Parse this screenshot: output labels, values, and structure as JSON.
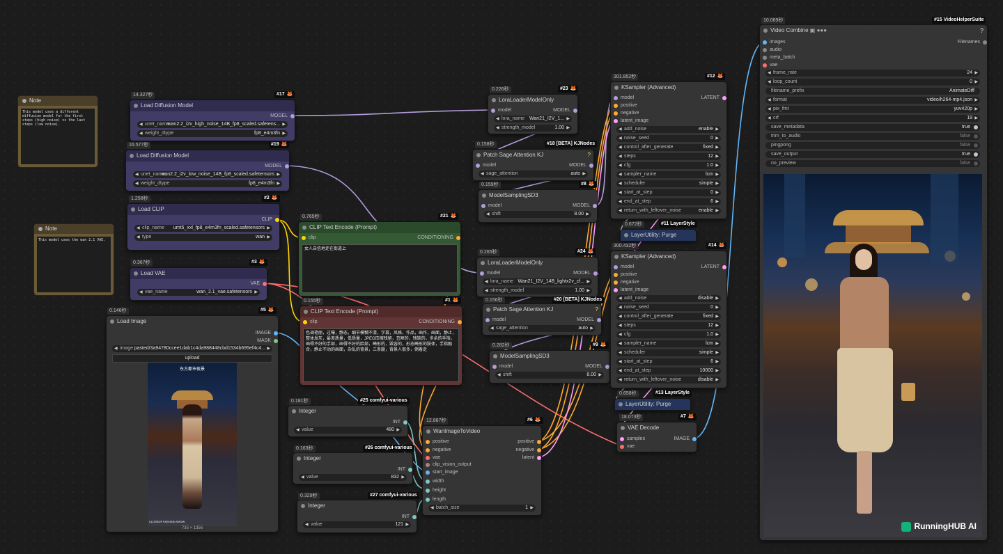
{
  "colors": {
    "model": "#b39ddb",
    "clip": "#ffd500",
    "conditioning": "#ffa931",
    "vae": "#ff6e6e",
    "latent": "#ff9cf9",
    "image": "#64b5f6",
    "int": "#7ec8c8",
    "mask": "#81c784"
  },
  "notes": [
    {
      "title": "Note",
      "text": "This model uses a different diffusion model for the first steps (high noise) vs the last steps (low noise)."
    },
    {
      "title": "Note",
      "text": "This model uses the wan 2.1 VAE."
    }
  ],
  "n17": {
    "time": "14.327秒",
    "badge": "#17",
    "title": "Load Diffusion Model",
    "out_model": "MODEL",
    "unet_label": "unet_name",
    "unet_value": "wan2.2_i2v_high_noise_14B_fp8_scaled.safetens...",
    "dtype_label": "weight_dtype",
    "dtype_value": "fp8_e4m3fn"
  },
  "n19": {
    "time": "16.577秒",
    "badge": "#19",
    "title": "Load Diffusion Model",
    "out_model": "MODEL",
    "unet_label": "unet_name",
    "unet_value": "wan2.2_i2v_low_noise_14B_fp8_scaled.safetensors",
    "dtype_label": "weight_dtype",
    "dtype_value": "fp8_e4m3fn"
  },
  "n2": {
    "time": "1.258秒",
    "badge": "#2",
    "title": "Load CLIP",
    "out": "CLIP",
    "clip_label": "clip_name",
    "clip_value": "umt5_xxl_fp8_e4m3fn_scaled.safetensors",
    "type_label": "type",
    "type_value": "wan"
  },
  "n3": {
    "time": "0.367秒",
    "badge": "#3",
    "title": "Load VAE",
    "out": "VAE",
    "vae_label": "vae_name",
    "vae_value": "wan_2.1_vae.safetensors"
  },
  "n5": {
    "time": "0.146秒",
    "badge": "#5",
    "title": "Load Image",
    "out_image": "IMAGE",
    "out_mask": "MASK",
    "img_label": "image",
    "img_value": "pasted/3a94780ccee1dab1c4da988448cbd1534b695ef4c4...",
    "upload": "upload",
    "dims": "735 × 1356",
    "img_title_cn": "东方都市夜景",
    "img_footer": "CLOSEUP FASHION SHOW"
  },
  "n21": {
    "time": "0.765秒",
    "badge": "#21",
    "title": "CLIP Text Encode (Prompt)",
    "in": "clip",
    "out": "CONDITIONING",
    "text": "女人自信地走在街道上"
  },
  "n1": {
    "time": "0.155秒",
    "badge": "#1",
    "title": "CLIP Text Encode (Prompt)",
    "in": "clip",
    "out": "CONDITIONING",
    "text": "色调艳丽，过曝，静态，细节模糊不清，字幕，风格，作品，画作，画面，静止，整体发灰，最差质量，低质量，JPEG压缩残留，丑陋的，残缺的，多余的手指，画得不好的手部，画得不好的脸部，畸形的，毁容的，形态畸形的肢体，手指融合，静止不动的画面，杂乱的背景，三条腿，背景人很多，倒着走"
  },
  "n23": {
    "time": "0.226秒",
    "badge": "#23",
    "title": "LoraLoaderModelOnly",
    "in": "model",
    "out": "MODEL",
    "lora_label": "lora_name",
    "lora_value": "Wan21_I2V_1...",
    "str_label": "strength_model",
    "str_value": "1.00"
  },
  "n18": {
    "time": "0.158秒",
    "badge": "#18 [BETA] KJNodes",
    "title": "Patch Sage Attention KJ",
    "in": "model",
    "out": "MODEL",
    "sa_label": "sage_attention",
    "sa_value": "auto"
  },
  "n8": {
    "time": "0.159秒",
    "badge": "#8",
    "title": "ModelSamplingSD3",
    "in": "model",
    "out": "MODEL",
    "shift_label": "shift",
    "shift_value": "8.00"
  },
  "n12": {
    "time": "301.852秒",
    "badge": "#12",
    "title": "KSampler (Advanced)",
    "inputs": [
      "model",
      "positive",
      "negative",
      "latent_image"
    ],
    "out": "LATENT",
    "widgets": [
      [
        "add_noise",
        "enable"
      ],
      [
        "noise_seed",
        "0"
      ],
      [
        "control_after_generate",
        "fixed"
      ],
      [
        "steps",
        "12"
      ],
      [
        "cfg",
        "1.0"
      ],
      [
        "sampler_name",
        "lcm"
      ],
      [
        "scheduler",
        "simple"
      ],
      [
        "start_at_step",
        "0"
      ],
      [
        "end_at_step",
        "6"
      ],
      [
        "return_with_leftover_noise",
        "enable"
      ]
    ]
  },
  "n11": {
    "time": "0.672秒",
    "badge": "#11 LayerStyle",
    "title": "LayerUtility: Purge"
  },
  "n24": {
    "time": "0.265秒",
    "badge": "#24",
    "title": "LoraLoaderModelOnly",
    "in": "model",
    "out": "MODEL",
    "lora_label": "lora_name",
    "lora_value": "Wan21_I2V_14B_lightx2v_cf...",
    "str_label": "strength_model",
    "str_value": "1.00"
  },
  "n20": {
    "time": "0.156秒",
    "badge": "#20 [BETA] KJNodes",
    "title": "Patch Sage Attention KJ",
    "in": "model",
    "out": "MODEL",
    "sa_label": "sage_attention",
    "sa_value": "auto"
  },
  "n9": {
    "time": "0.282秒",
    "badge": "#9",
    "title": "ModelSamplingSD3",
    "in": "model",
    "out": "MODEL",
    "shift_label": "shift",
    "shift_value": "8.00"
  },
  "n14": {
    "time": "300.432秒",
    "badge": "#14",
    "title": "KSampler (Advanced)",
    "inputs": [
      "model",
      "positive",
      "negative",
      "latent_image"
    ],
    "out": "LATENT",
    "widgets": [
      [
        "add_noise",
        "disable"
      ],
      [
        "noise_seed",
        "0"
      ],
      [
        "control_after_generate",
        "fixed"
      ],
      [
        "steps",
        "12"
      ],
      [
        "cfg",
        "1.0"
      ],
      [
        "sampler_name",
        "lcm"
      ],
      [
        "scheduler",
        "simple"
      ],
      [
        "start_at_step",
        "6"
      ],
      [
        "end_at_step",
        "10000"
      ],
      [
        "return_with_leftover_noise",
        "disable"
      ]
    ]
  },
  "n13": {
    "time": "0.658秒",
    "badge": "#13 LayerStyle",
    "title": "LayerUtility: Purge"
  },
  "n7": {
    "time": "18.073秒",
    "badge": "#7",
    "title": "VAE Decode",
    "in1": "samples",
    "in2": "vae",
    "out": "IMAGE"
  },
  "n25": {
    "time": "0.181秒",
    "badge": "#25 comfyui-various",
    "title": "Integer",
    "out": "INT",
    "label": "value",
    "value": "480"
  },
  "n26": {
    "time": "0.163秒",
    "badge": "#26 comfyui-various",
    "title": "Integer",
    "out": "INT",
    "label": "value",
    "value": "832"
  },
  "n27": {
    "time": "0.329秒",
    "badge": "#27 comfyui-various",
    "title": "Integer",
    "out": "INT",
    "label": "value",
    "value": "121"
  },
  "n6": {
    "time": "12.887秒",
    "badge": "#6",
    "title": "WanImageToVideo",
    "inputs": [
      "positive",
      "negative",
      "vae",
      "clip_vision_output",
      "start_image",
      "width",
      "height",
      "length"
    ],
    "outputs": [
      "positive",
      "negative",
      "latent"
    ],
    "bs_label": "batch_size",
    "bs_value": "1"
  },
  "n15": {
    "time": "10.069秒",
    "badge": "#15 VideoHelperSuite",
    "title": "Video Combine",
    "help": "?",
    "inputs": [
      "images",
      "audio",
      "meta_batch",
      "vae"
    ],
    "out": "Filenames",
    "widgets": [
      [
        "frame_rate",
        "24",
        "arrow"
      ],
      [
        "loop_count",
        "0",
        "arrow"
      ],
      [
        "filename_prefix",
        "AnimateDiff",
        "text"
      ],
      [
        "format",
        "video/h264-mp4.json",
        "arrow"
      ],
      [
        "pix_fmt",
        "yuv420p",
        "arrow"
      ],
      [
        "crf",
        "19",
        "arrow"
      ],
      [
        "save_metadata",
        "true",
        "toggle"
      ],
      [
        "trim_to_audio",
        "false",
        "toggle"
      ],
      [
        "pingpong",
        "false",
        "toggle"
      ],
      [
        "save_output",
        "true",
        "toggle"
      ],
      [
        "no_preview",
        "false",
        "toggle"
      ]
    ],
    "watermark": "RunningHUB AI"
  }
}
